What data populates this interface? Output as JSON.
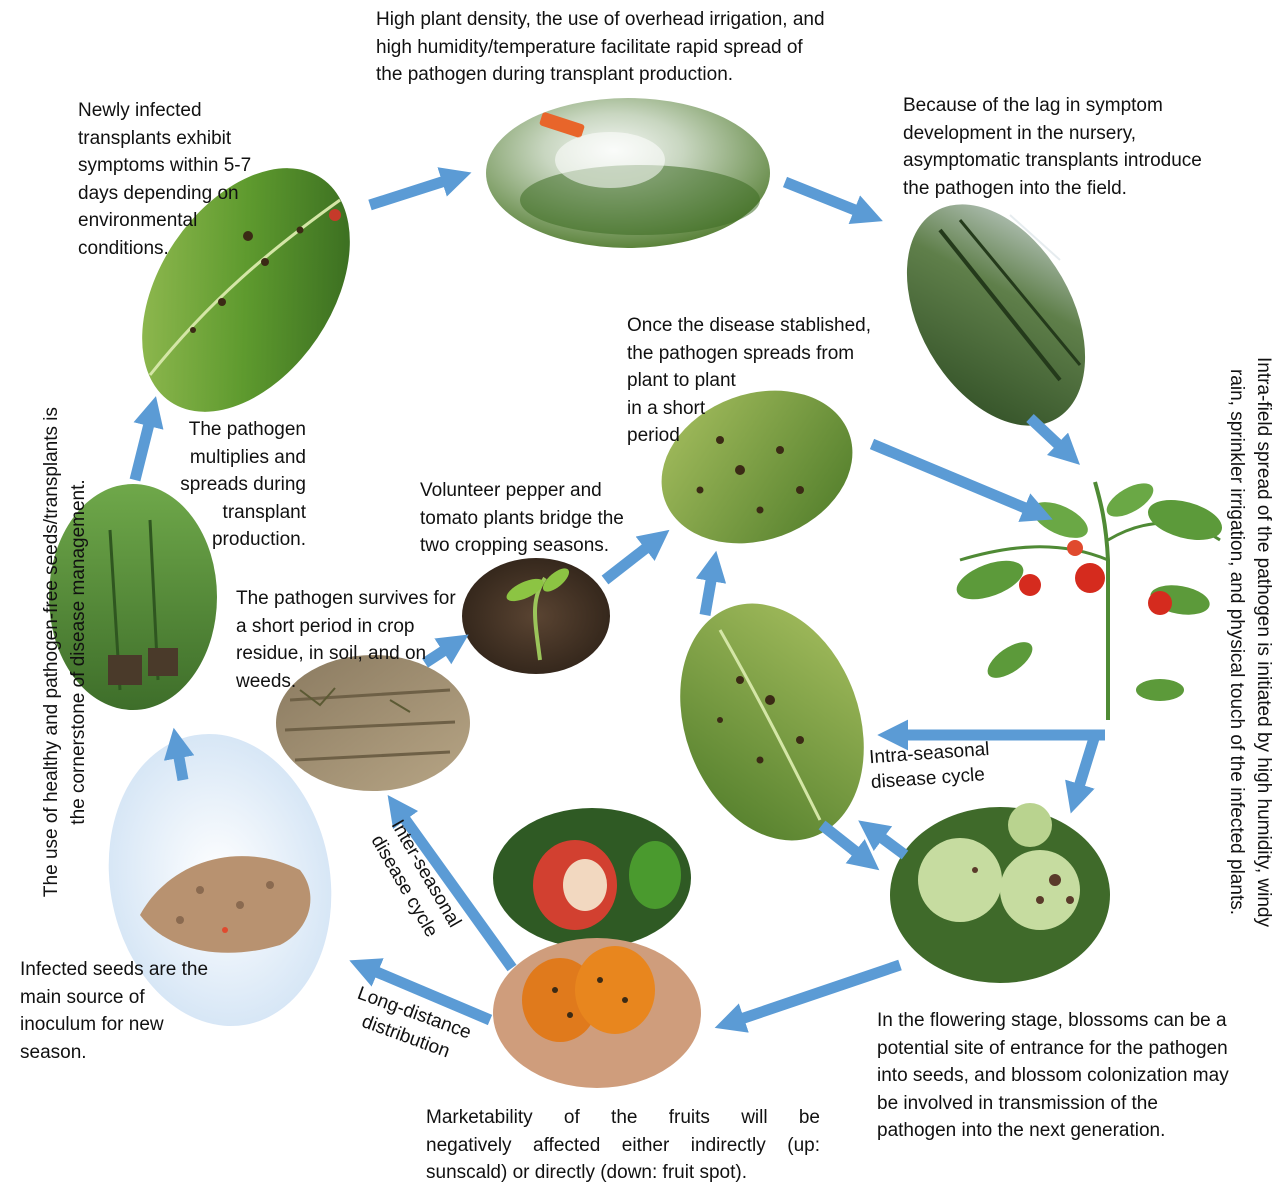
{
  "captions": {
    "nursery_spread": "High plant density, the use of overhead irrigation, and\nhigh humidity/temperature facilitate rapid spread of\nthe pathogen during transplant production.",
    "symptoms": "Newly infected\ntransplants exhibit\nsymptoms within 5-7\ndays depending on\nenvironmental\nconditions.",
    "asymptomatic": "Because of the lag in symptom\ndevelopment in the nursery,\nasymptomatic transplants introduce\nthe pathogen into the field.",
    "established": "Once the disease stablished,\nthe pathogen spreads from\nplant to plant\nin a short\nperiod",
    "multiplies": "The pathogen\nmultiplies and\nspreads during\ntransplant\nproduction.",
    "volunteer": "Volunteer pepper and\ntomato plants bridge the\ntwo cropping seasons.",
    "survives": "The pathogen survives for\na short period in crop\nresidue, in soil, and on\nweeds.",
    "seeds": "Infected seeds are the\nmain source of\ninoculum for new\nseason.",
    "flowering": "In the flowering stage, blossoms can be a\npotential site of entrance for the pathogen\ninto seeds, and blossom colonization may\nbe involved in transmission of the\npathogen into the next generation.",
    "marketability_lines": [
      "Marketability of the fruits will be",
      "negatively affected either indirectly (up:",
      "sunscald) or directly (down: fruit spot)."
    ],
    "left_vertical": "The use of healthy and pathogen-free seeds/transplants is\nthe cornerstone of disease management.",
    "right_vertical": "Intra-field spread of the pathogen is initiated by high humidity, windy\nrain, sprinkler irrigation, and physical touch of the infected plants."
  },
  "labels": {
    "intra_seasonal": "Intra-seasonal\ndisease cycle",
    "inter_seasonal": "Inter-seasonal\ndisease cycle",
    "long_distance": "Long-distance\ndistribution"
  },
  "colors": {
    "arrow": "#5b9bd5",
    "text": "#111111",
    "seed_halo": "#dbe9f7"
  },
  "photos": [
    "sprinkler-irrigation-photo",
    "infected-leaf-photo",
    "greenhouse-transplants-photo",
    "tomato-plant-photo",
    "spotted-pepper-leaf-photo",
    "transplant-seedlings-photo",
    "seedling-sprout-photo",
    "crop-residue-field-photo",
    "infected-leaf-closeup-photo",
    "spotted-green-tomatoes-photo",
    "sunscald-pepper-photo",
    "spotted-fruit-in-hand-photo",
    "infected-seeds-photo"
  ]
}
